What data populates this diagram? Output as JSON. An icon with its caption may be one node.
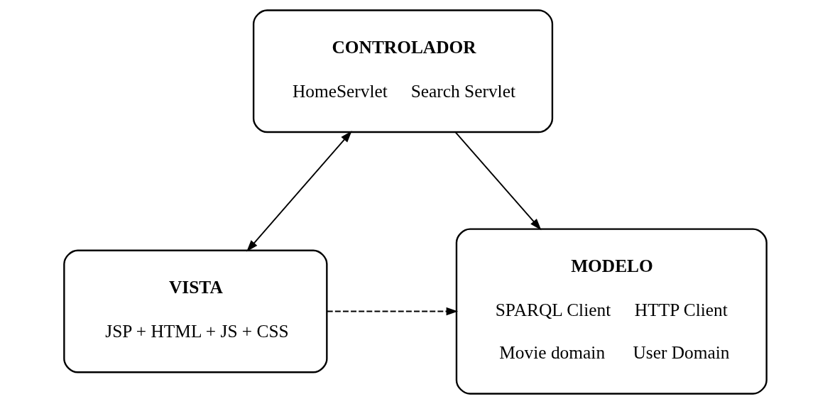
{
  "diagram": {
    "nodes": [
      {
        "text": [
          "CONTROLADOR",
          "HomeServlet",
          "Search Servlet"
        ]
      },
      {
        "text": [
          "MODELO",
          "SPARQL Client",
          "HTTP Client",
          "Movie domain",
          "User Domain"
        ]
      },
      {
        "text": [
          "VISTA",
          "JSP + HTML + JS + CSS"
        ]
      }
    ],
    "edges": [
      {
        "from": 0,
        "to": 1,
        "arrow": "to"
      },
      {
        "from": 0,
        "to": 2,
        "arrow": "both"
      },
      {
        "from": 2,
        "to": 1,
        "arrow": "to",
        "style": "dashed"
      }
    ]
  }
}
